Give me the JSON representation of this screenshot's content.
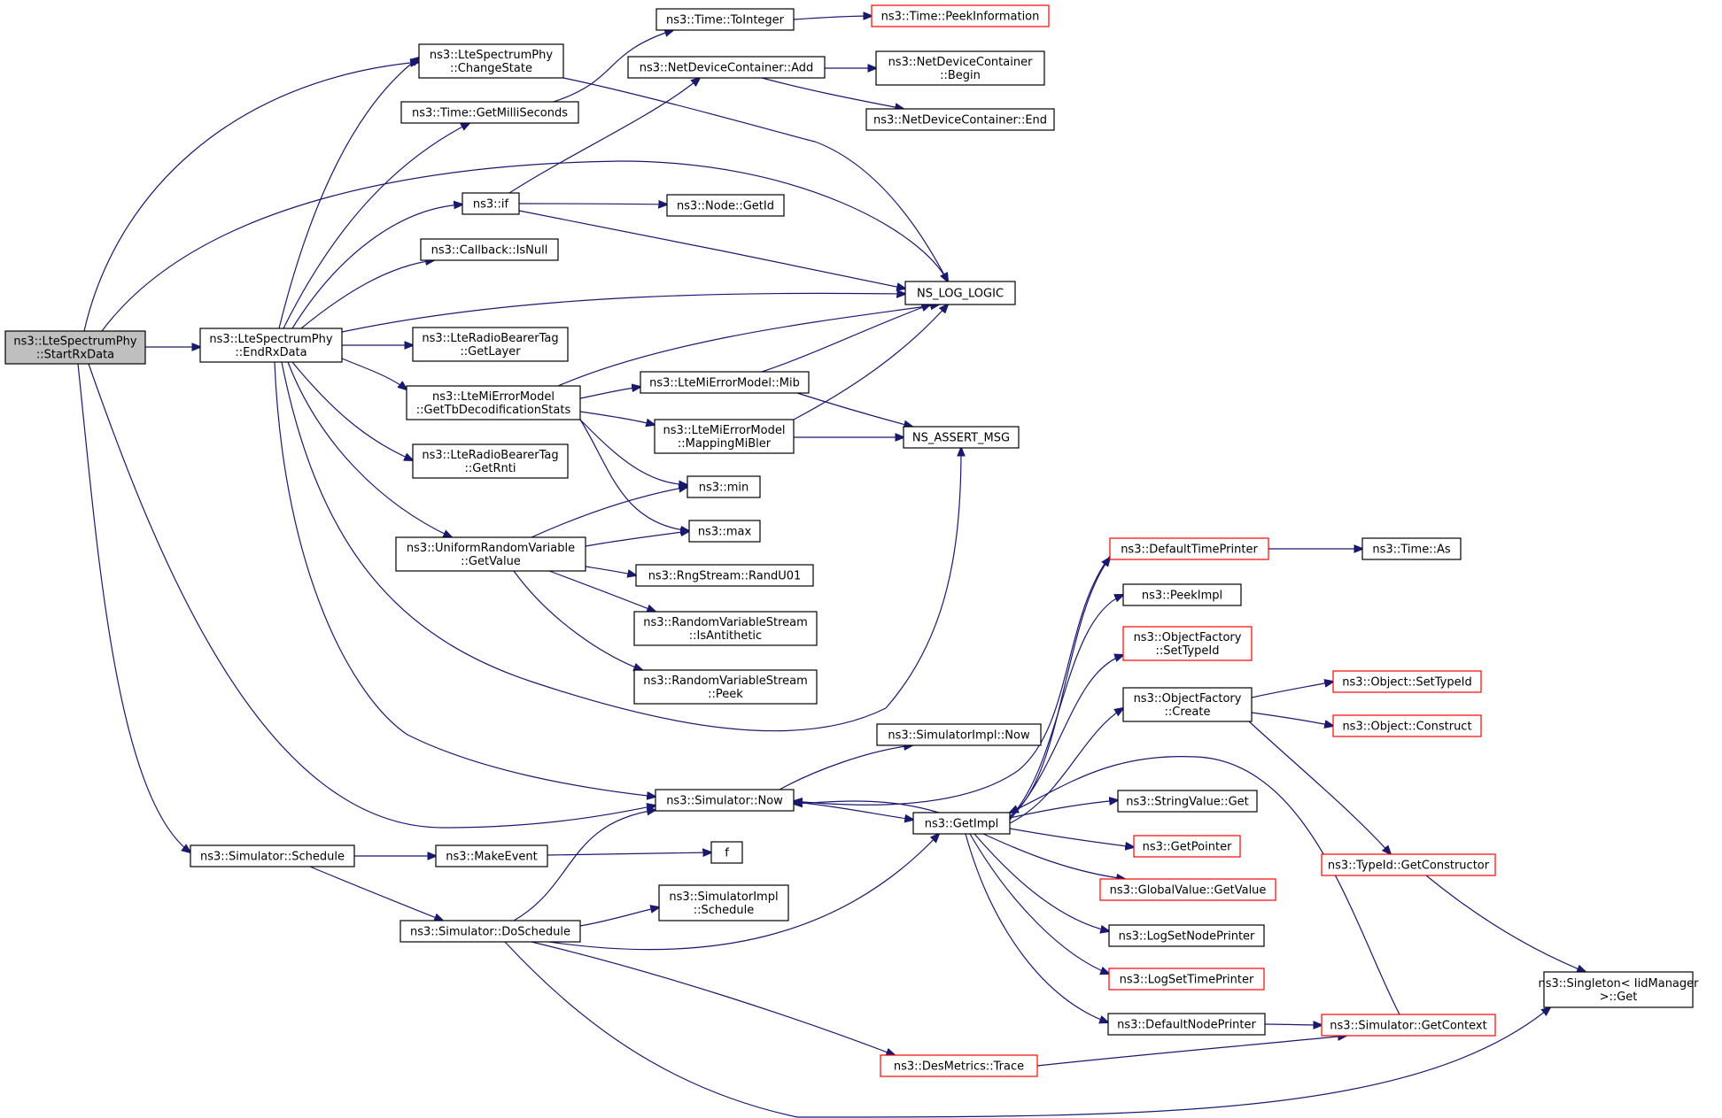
{
  "colors": {
    "edge": "#191970",
    "node_border": "#000000",
    "node_border_external": "#ff0000",
    "node_fill": "#ffffff",
    "root_fill": "#bfbfbf"
  },
  "nodes": [
    {
      "id": "startrx",
      "lines": [
        "ns3::LteSpectrumPhy",
        "::StartRxData"
      ],
      "style": "root"
    },
    {
      "id": "changestate",
      "lines": [
        "ns3::LteSpectrumPhy",
        "::ChangeState"
      ],
      "style": "normal"
    },
    {
      "id": "getms",
      "lines": [
        "ns3::Time::GetMilliSeconds"
      ],
      "style": "normal"
    },
    {
      "id": "tointeger",
      "lines": [
        "ns3::Time::ToInteger"
      ],
      "style": "normal"
    },
    {
      "id": "peekinfo",
      "lines": [
        "ns3::Time::PeekInformation"
      ],
      "style": "external"
    },
    {
      "id": "ndcadd",
      "lines": [
        "ns3::NetDeviceContainer::Add"
      ],
      "style": "normal"
    },
    {
      "id": "ndcbegin",
      "lines": [
        "ns3::NetDeviceContainer",
        "::Begin"
      ],
      "style": "normal"
    },
    {
      "id": "ndcend",
      "lines": [
        "ns3::NetDeviceContainer::End"
      ],
      "style": "normal"
    },
    {
      "id": "if",
      "lines": [
        "ns3::if"
      ],
      "style": "normal"
    },
    {
      "id": "nodegetid",
      "lines": [
        "ns3::Node::GetId"
      ],
      "style": "normal"
    },
    {
      "id": "cbisnull",
      "lines": [
        "ns3::Callback::IsNull"
      ],
      "style": "normal"
    },
    {
      "id": "nslog",
      "lines": [
        "NS_LOG_LOGIC"
      ],
      "style": "normal"
    },
    {
      "id": "endrx",
      "lines": [
        "ns3::LteSpectrumPhy",
        "::EndRxData"
      ],
      "style": "normal"
    },
    {
      "id": "getlayer",
      "lines": [
        "ns3::LteRadioBearerTag",
        "::GetLayer"
      ],
      "style": "normal"
    },
    {
      "id": "gettbstats",
      "lines": [
        "ns3::LteMiErrorModel",
        "::GetTbDecodificationStats"
      ],
      "style": "normal"
    },
    {
      "id": "mib",
      "lines": [
        "ns3::LteMiErrorModel::Mib"
      ],
      "style": "normal"
    },
    {
      "id": "mappingmibler",
      "lines": [
        "ns3::LteMiErrorModel",
        "::MappingMiBler"
      ],
      "style": "normal"
    },
    {
      "id": "nsassert",
      "lines": [
        "NS_ASSERT_MSG"
      ],
      "style": "normal"
    },
    {
      "id": "getrnti",
      "lines": [
        "ns3::LteRadioBearerTag",
        "::GetRnti"
      ],
      "style": "normal"
    },
    {
      "id": "min",
      "lines": [
        "ns3::min"
      ],
      "style": "normal"
    },
    {
      "id": "max",
      "lines": [
        "ns3::max"
      ],
      "style": "normal"
    },
    {
      "id": "urvgetvalue",
      "lines": [
        "ns3::UniformRandomVariable",
        "::GetValue"
      ],
      "style": "normal"
    },
    {
      "id": "randu01",
      "lines": [
        "ns3::RngStream::RandU01"
      ],
      "style": "normal"
    },
    {
      "id": "isantithetic",
      "lines": [
        "ns3::RandomVariableStream",
        "::IsAntithetic"
      ],
      "style": "normal"
    },
    {
      "id": "rvspeek",
      "lines": [
        "ns3::RandomVariableStream",
        "::Peek"
      ],
      "style": "normal"
    },
    {
      "id": "deftimeprinter",
      "lines": [
        "ns3::DefaultTimePrinter"
      ],
      "style": "external"
    },
    {
      "id": "timeas",
      "lines": [
        "ns3::Time::As"
      ],
      "style": "normal"
    },
    {
      "id": "peekimpl",
      "lines": [
        "ns3::PeekImpl"
      ],
      "style": "normal"
    },
    {
      "id": "ofsettypeid",
      "lines": [
        "ns3::ObjectFactory",
        "::SetTypeId"
      ],
      "style": "external"
    },
    {
      "id": "ofcreate",
      "lines": [
        "ns3::ObjectFactory",
        "::Create"
      ],
      "style": "normal"
    },
    {
      "id": "objsettypeid",
      "lines": [
        "ns3::Object::SetTypeId"
      ],
      "style": "external"
    },
    {
      "id": "objconstruct",
      "lines": [
        "ns3::Object::Construct"
      ],
      "style": "external"
    },
    {
      "id": "simimplnow",
      "lines": [
        "ns3::SimulatorImpl::Now"
      ],
      "style": "normal"
    },
    {
      "id": "simnow",
      "lines": [
        "ns3::Simulator::Now"
      ],
      "style": "normal"
    },
    {
      "id": "getimpl",
      "lines": [
        "ns3::GetImpl"
      ],
      "style": "normal"
    },
    {
      "id": "strvalget",
      "lines": [
        "ns3::StringValue::Get"
      ],
      "style": "normal"
    },
    {
      "id": "getpointer",
      "lines": [
        "ns3::GetPointer"
      ],
      "style": "external"
    },
    {
      "id": "gvgetvalue",
      "lines": [
        "ns3::GlobalValue::GetValue"
      ],
      "style": "external"
    },
    {
      "id": "lognodeprinter",
      "lines": [
        "ns3::LogSetNodePrinter"
      ],
      "style": "normal"
    },
    {
      "id": "logtimeprinter",
      "lines": [
        "ns3::LogSetTimePrinter"
      ],
      "style": "external"
    },
    {
      "id": "defnodeprinter",
      "lines": [
        "ns3::DefaultNodePrinter"
      ],
      "style": "normal"
    },
    {
      "id": "getcontext",
      "lines": [
        "ns3::Simulator::GetContext"
      ],
      "style": "external"
    },
    {
      "id": "getconstructor",
      "lines": [
        "ns3::TypeId::GetConstructor"
      ],
      "style": "external"
    },
    {
      "id": "singletonget",
      "lines": [
        "ns3::Singleton< IidManager",
        " >::Get"
      ],
      "style": "normal"
    },
    {
      "id": "simschedule",
      "lines": [
        "ns3::Simulator::Schedule"
      ],
      "style": "normal"
    },
    {
      "id": "makeevent",
      "lines": [
        "ns3::MakeEvent"
      ],
      "style": "normal"
    },
    {
      "id": "f",
      "lines": [
        "f"
      ],
      "style": "normal"
    },
    {
      "id": "doschedule",
      "lines": [
        "ns3::Simulator::DoSchedule"
      ],
      "style": "normal"
    },
    {
      "id": "simimplschedule",
      "lines": [
        "ns3::SimulatorImpl",
        "::Schedule"
      ],
      "style": "normal"
    },
    {
      "id": "desmetrics",
      "lines": [
        "ns3::DesMetrics::Trace"
      ],
      "style": "external"
    }
  ],
  "edges": [
    [
      "startrx",
      "changestate"
    ],
    [
      "startrx",
      "nslog"
    ],
    [
      "startrx",
      "endrx"
    ],
    [
      "startrx",
      "simnow"
    ],
    [
      "startrx",
      "simschedule"
    ],
    [
      "changestate",
      "nslog"
    ],
    [
      "getms",
      "tointeger"
    ],
    [
      "tointeger",
      "peekinfo"
    ],
    [
      "ndcadd",
      "ndcbegin"
    ],
    [
      "ndcadd",
      "ndcend"
    ],
    [
      "if",
      "ndcadd"
    ],
    [
      "if",
      "nodegetid"
    ],
    [
      "if",
      "nslog"
    ],
    [
      "endrx",
      "changestate"
    ],
    [
      "endrx",
      "getms"
    ],
    [
      "endrx",
      "if"
    ],
    [
      "endrx",
      "cbisnull"
    ],
    [
      "endrx",
      "nslog"
    ],
    [
      "endrx",
      "getlayer"
    ],
    [
      "endrx",
      "gettbstats"
    ],
    [
      "endrx",
      "getrnti"
    ],
    [
      "endrx",
      "urvgetvalue"
    ],
    [
      "endrx",
      "nsassert"
    ],
    [
      "endrx",
      "simnow"
    ],
    [
      "gettbstats",
      "nslog"
    ],
    [
      "gettbstats",
      "mib"
    ],
    [
      "gettbstats",
      "mappingmibler"
    ],
    [
      "gettbstats",
      "min"
    ],
    [
      "gettbstats",
      "max"
    ],
    [
      "mib",
      "nslog"
    ],
    [
      "mib",
      "nsassert"
    ],
    [
      "mappingmibler",
      "nslog"
    ],
    [
      "mappingmibler",
      "nsassert"
    ],
    [
      "urvgetvalue",
      "min"
    ],
    [
      "urvgetvalue",
      "max"
    ],
    [
      "urvgetvalue",
      "randu01"
    ],
    [
      "urvgetvalue",
      "isantithetic"
    ],
    [
      "urvgetvalue",
      "rvspeek"
    ],
    [
      "simnow",
      "simimplnow"
    ],
    [
      "simnow",
      "getimpl"
    ],
    [
      "getimpl",
      "deftimeprinter"
    ],
    [
      "getimpl",
      "peekimpl"
    ],
    [
      "getimpl",
      "ofsettypeid"
    ],
    [
      "getimpl",
      "ofcreate"
    ],
    [
      "getimpl",
      "strvalget"
    ],
    [
      "getimpl",
      "getpointer"
    ],
    [
      "getimpl",
      "gvgetvalue"
    ],
    [
      "getimpl",
      "lognodeprinter"
    ],
    [
      "getimpl",
      "logtimeprinter"
    ],
    [
      "getimpl",
      "defnodeprinter"
    ],
    [
      "getimpl",
      "simnow"
    ],
    [
      "deftimeprinter",
      "timeas"
    ],
    [
      "deftimeprinter",
      "simnow"
    ],
    [
      "ofcreate",
      "objsettypeid"
    ],
    [
      "ofcreate",
      "objconstruct"
    ],
    [
      "ofcreate",
      "getconstructor"
    ],
    [
      "getconstructor",
      "singletonget"
    ],
    [
      "defnodeprinter",
      "getcontext"
    ],
    [
      "getcontext",
      "getimpl"
    ],
    [
      "simschedule",
      "makeevent"
    ],
    [
      "simschedule",
      "doschedule"
    ],
    [
      "makeevent",
      "f"
    ],
    [
      "doschedule",
      "simnow"
    ],
    [
      "doschedule",
      "simimplschedule"
    ],
    [
      "doschedule",
      "getimpl"
    ],
    [
      "doschedule",
      "desmetrics"
    ],
    [
      "doschedule",
      "singletonget"
    ],
    [
      "desmetrics",
      "getcontext"
    ]
  ]
}
